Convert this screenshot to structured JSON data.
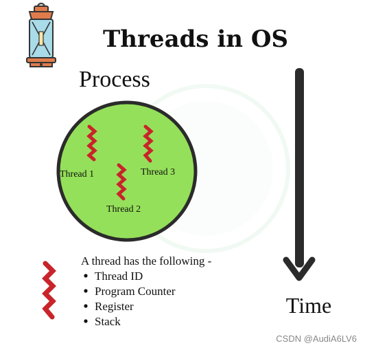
{
  "title": "Threads in OS",
  "process_label": "Process",
  "threads": [
    {
      "label": "Thread 1"
    },
    {
      "label": "Thread 2"
    },
    {
      "label": "Thread 3"
    }
  ],
  "time_label": "Time",
  "info": {
    "heading": "A thread has the following -",
    "items": [
      "Thread ID",
      "Program Counter",
      "Register",
      "Stack"
    ]
  },
  "watermark": "CSDN @AudiA6LV6",
  "colors": {
    "circle_fill": "#95e05a",
    "circle_stroke": "#2b2b2b",
    "thread_squiggle": "#c8242a",
    "time_arrow": "#2b2b2b",
    "lantern_body": "#e07c4c",
    "lantern_glass": "#a9dbe8"
  },
  "icons": {
    "lantern": "lantern-icon",
    "thread": "thread-squiggle-icon",
    "arrow": "arrow-down-icon"
  }
}
